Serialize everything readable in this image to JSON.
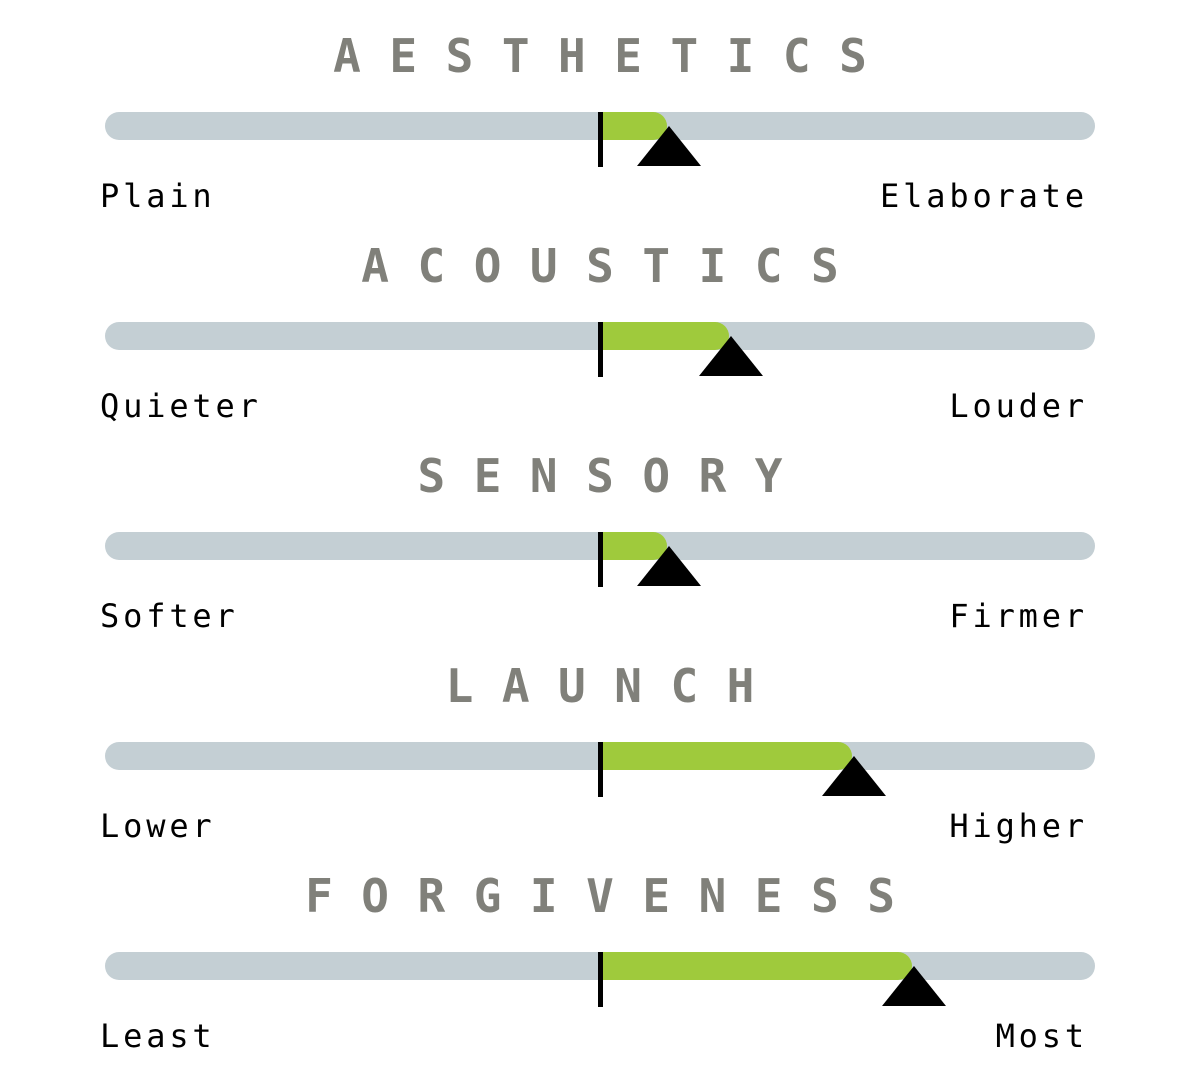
{
  "meters": [
    {
      "title": "AESTHETICS",
      "low_label": "Plain",
      "high_label": "Elaborate",
      "level": 0.135
    },
    {
      "title": "ACOUSTICS",
      "low_label": "Quieter",
      "high_label": "Louder",
      "level": 0.26
    },
    {
      "title": "SENSORY",
      "low_label": "Softer",
      "high_label": "Firmer",
      "level": 0.135
    },
    {
      "title": "LAUNCH",
      "low_label": "Lower",
      "high_label": "Higher",
      "level": 0.51
    },
    {
      "title": "FORGIVENESS",
      "low_label": "Least",
      "high_label": "Most",
      "level": 0.63
    }
  ],
  "colors": {
    "track": "#c4cfd4",
    "fill": "#9fca3c",
    "title": "#80807a",
    "marker": "#000000"
  }
}
